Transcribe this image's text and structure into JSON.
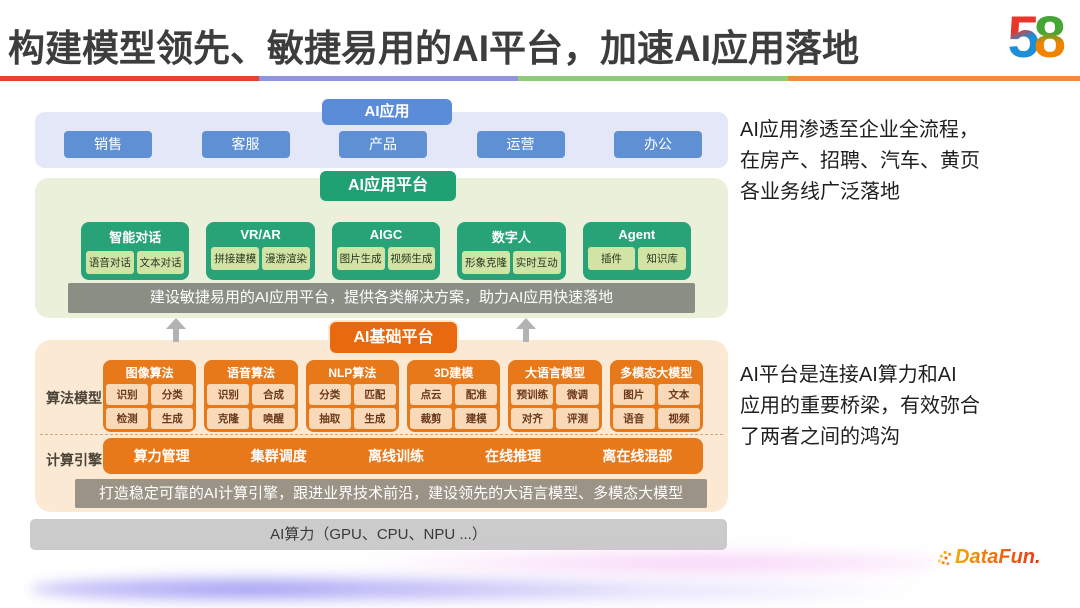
{
  "title": "构建模型领先、敏捷易用的AI平台，加速AI应用落地",
  "logo": {
    "five": "5",
    "eight": "8"
  },
  "app_layer": {
    "header": "AI应用",
    "items": [
      "销售",
      "客服",
      "产品",
      "运营",
      "办公"
    ]
  },
  "platform_layer": {
    "header": "AI应用平台",
    "cards": [
      {
        "title": "智能对话",
        "items": [
          "语音对话",
          "文本对话"
        ]
      },
      {
        "title": "VR/AR",
        "items": [
          "拼接建模",
          "漫游渲染"
        ]
      },
      {
        "title": "AIGC",
        "items": [
          "图片生成",
          "视频生成"
        ]
      },
      {
        "title": "数字人",
        "items": [
          "形象克隆",
          "实时互动"
        ]
      },
      {
        "title": "Agent",
        "items": [
          "插件",
          "知识库"
        ]
      }
    ],
    "summary": "建设敏捷易用的AI应用平台，提供各类解决方案，助力AI应用快速落地"
  },
  "base_layer": {
    "header": "AI基础平台",
    "algo_label": "算法模型",
    "algo_cards": [
      {
        "title": "图像算法",
        "items": [
          "识别",
          "分类",
          "检测",
          "生成"
        ]
      },
      {
        "title": "语音算法",
        "items": [
          "识别",
          "合成",
          "克隆",
          "唤醒"
        ]
      },
      {
        "title": "NLP算法",
        "items": [
          "分类",
          "匹配",
          "抽取",
          "生成"
        ]
      },
      {
        "title": "3D建模",
        "items": [
          "点云",
          "配准",
          "裁剪",
          "建模"
        ]
      },
      {
        "title": "大语言模型",
        "items": [
          "预训练",
          "微调",
          "对齐",
          "评测"
        ]
      },
      {
        "title": "多模态大模型",
        "items": [
          "图片",
          "文本",
          "语音",
          "视频"
        ]
      }
    ],
    "engine_label": "计算引擎",
    "engine_items": [
      "算力管理",
      "集群调度",
      "离线训练",
      "在线推理",
      "离在线混部"
    ],
    "summary": "打造稳定可靠的AI计算引擎，跟进业界技术前沿，建设领先的大语言模型、多模态大模型"
  },
  "compute_bar": "AI算力（GPU、CPU、NPU ...）",
  "side_notes": {
    "note1": {
      "line1": "AI应用渗透至企业全流程，",
      "line2": "在房产、招聘、汽车、黄页",
      "line3": "各业务线广泛落地"
    },
    "note2": {
      "line1": "AI平台是连接AI算力和AI",
      "line2": "应用的重要桥梁，有效弥合",
      "line3": "了两者之间的鸿沟"
    }
  },
  "datafun_label": "DataFun.",
  "colors": {
    "title_text": "#3d3d3d",
    "underline_segments": [
      "#e8432a",
      "#9193dd",
      "#90c978",
      "#ef8b45"
    ],
    "blue_container": "#e4e7f8",
    "blue_button": "#6090d4",
    "blue_header": "#5a8cd8",
    "green_container": "#eaf0da",
    "teal_card": "#28a377",
    "teal_subitem": "#cfe4a5",
    "green_header": "#1fa173",
    "gray_summary1": "#8a8f86",
    "gray_summary2": "#9b9386",
    "orange_container": "#fce9d3",
    "orange_card": "#e8791a",
    "orange_subitem": "#f9d9b8",
    "orange_header": "#e8690e",
    "compute_bar_bg": "#cbcbcb",
    "logo58_red": "#e8372a",
    "logo58_blue": "#1d8fd6",
    "logo58_green": "#46a635",
    "logo58_orange": "#f08300",
    "datafun_orange": "#ef6a10"
  }
}
